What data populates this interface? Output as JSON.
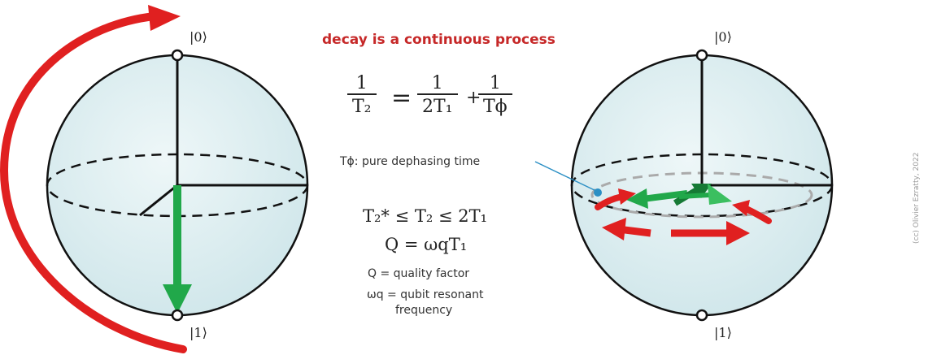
{
  "title": "decay is a continuous process",
  "left_sphere": {
    "top_state": "|0⟩",
    "bottom_state": "|1⟩"
  },
  "right_sphere": {
    "top_state": "|0⟩",
    "bottom_state": "|1⟩"
  },
  "formula": {
    "lhs_num": "1",
    "lhs_den": "T₂",
    "equals": "=",
    "t1_num": "1",
    "t1_den": "2T₁",
    "plus": "+",
    "tphi_num": "1",
    "tphi_den": "Tϕ"
  },
  "dephasing_label": "Tϕ: pure dephasing time",
  "inequality": "T₂* ≤  T₂ ≤ 2T₁",
  "q_formula": "Q  =  ωqT₁",
  "q_definition": "Q = quality factor",
  "omega_definition_1": "ωq = qubit resonant",
  "omega_definition_2": "frequency",
  "copyright": "(cc) Olivier Ezratty, 2022",
  "colors": {
    "title": "#c62828",
    "decay_arrow": "#e02020",
    "state_arrow": "#21a84a",
    "sphere_fill": "#ddeef0"
  }
}
